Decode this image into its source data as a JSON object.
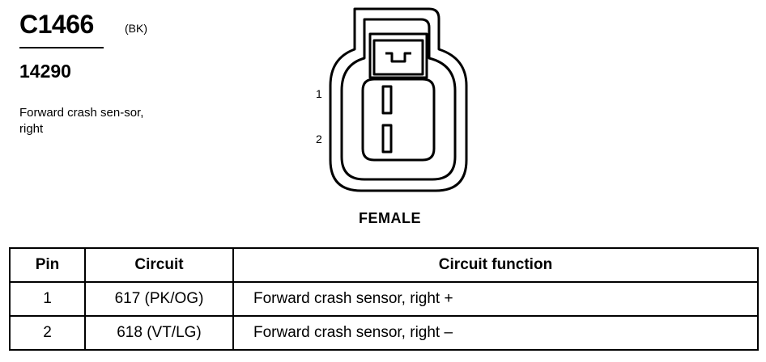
{
  "header": {
    "connector_id": "C1466",
    "color_code": "(BK)",
    "part_number": "14290",
    "description": "Forward crash sen-sor, right"
  },
  "diagram": {
    "pin_labels": [
      "1",
      "2"
    ],
    "gender": "FEMALE"
  },
  "table": {
    "headers": [
      "Pin",
      "Circuit",
      "Circuit function"
    ],
    "rows": [
      {
        "pin": "1",
        "circuit": "617 (PK/OG)",
        "function": "Forward crash sensor, right +"
      },
      {
        "pin": "2",
        "circuit": "618 (VT/LG)",
        "function": "Forward crash sensor, right –"
      }
    ]
  }
}
